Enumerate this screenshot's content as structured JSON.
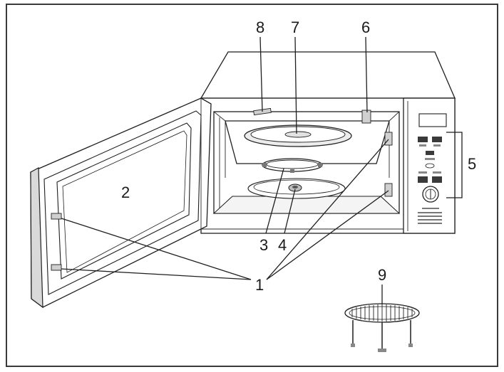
{
  "callouts": {
    "c1": "1",
    "c2": "2",
    "c3": "3",
    "c4": "4",
    "c5": "5",
    "c6": "6",
    "c7": "7",
    "c8": "8",
    "c9": "9"
  },
  "colors": {
    "line": "#1f1f1f",
    "background": "#ffffff",
    "frame": "#3a3a3a"
  }
}
